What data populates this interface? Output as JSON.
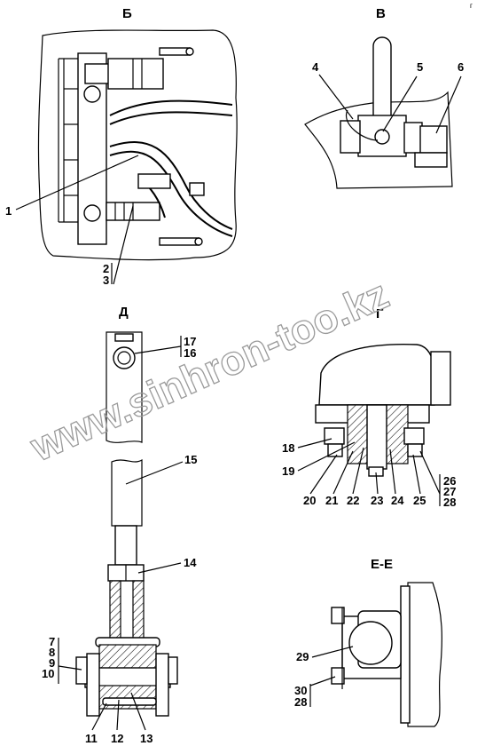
{
  "views": {
    "b": "Б",
    "v": "В",
    "d": "Д",
    "g": "Г",
    "ee": "Е-Е"
  },
  "callouts": {
    "c1": "1",
    "c2": "2",
    "c3": "3",
    "c4": "4",
    "c5": "5",
    "c6": "6",
    "c7": "7",
    "c8": "8",
    "c9": "9",
    "c10": "10",
    "c11": "11",
    "c12": "12",
    "c13": "13",
    "c14": "14",
    "c15": "15",
    "c16": "16",
    "c17": "17",
    "c18": "18",
    "c19": "19",
    "c20": "20",
    "c21": "21",
    "c22": "22",
    "c23": "23",
    "c24": "24",
    "c25": "25",
    "c26": "26",
    "c27": "27",
    "c28a": "28",
    "c29": "29",
    "c30": "30",
    "c28b": "28"
  },
  "watermark": "www.sinhron-too.kz",
  "corner_mark": "г"
}
